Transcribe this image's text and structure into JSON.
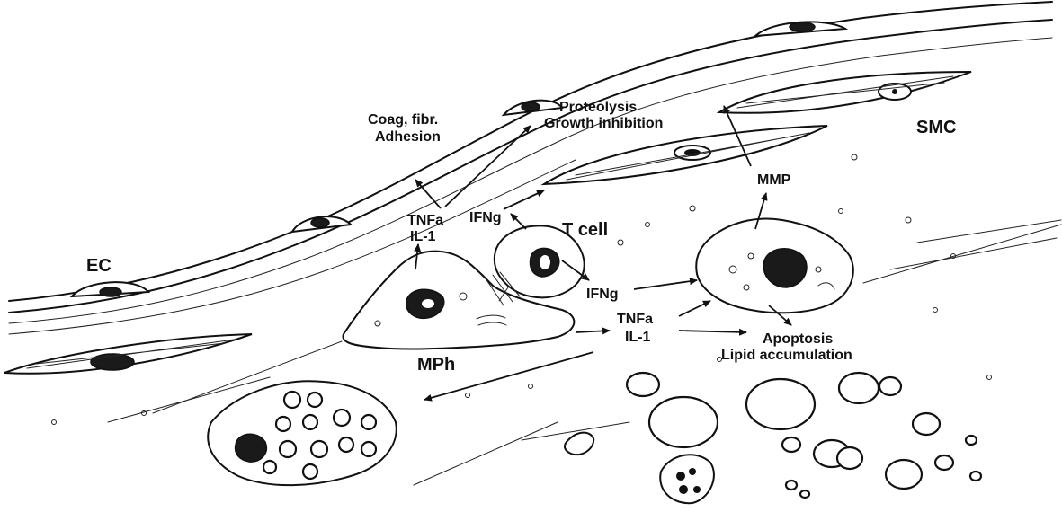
{
  "labels": {
    "ec": "EC",
    "smc": "SMC",
    "t_cell": "T cell",
    "mph": "MPh",
    "coag_line1": "Coag, fibr.",
    "coag_line2": "Adhesion",
    "proteolysis_line1": "Proteolysis",
    "proteolysis_line2": "Growth inhibition",
    "tnfa_top": "TNFa",
    "il1_top": "IL-1",
    "ifng_top": "IFNg",
    "ifng_right": "IFNg",
    "mmp": "MMP",
    "tnfa_bottom": "TNFa",
    "il1_bottom": "IL-1",
    "apoptosis": "Apoptosis",
    "lipid": "Lipid accumulation"
  }
}
